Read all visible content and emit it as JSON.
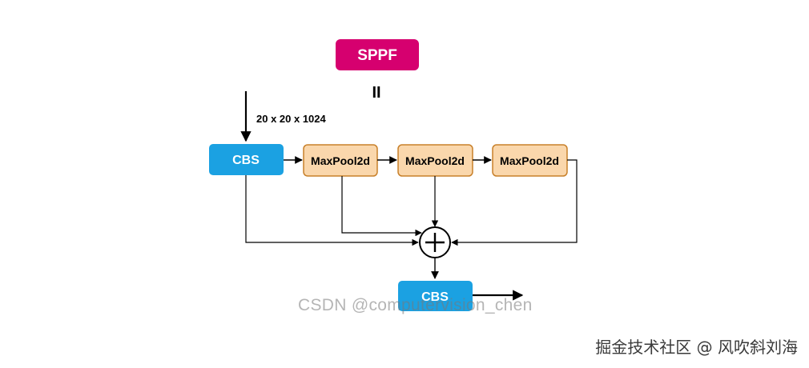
{
  "diagram": {
    "title": "SPPF",
    "equals": "II",
    "input_shape": "20 x 20 x 1024",
    "cbs_top": "CBS",
    "maxpool_1": "MaxPool2d",
    "maxpool_2": "MaxPool2d",
    "maxpool_3": "MaxPool2d",
    "cbs_bottom": "CBS",
    "colors": {
      "sppf": "#d6006f",
      "cbs": "#1ba1e2",
      "maxpool_fill": "#fad7ac",
      "maxpool_stroke": "#c8802a",
      "line": "#000000"
    }
  },
  "watermarks": {
    "csdn": "CSDN @computervision_chen",
    "juejin": "掘金技术社区 @ 风吹斜刘海"
  }
}
